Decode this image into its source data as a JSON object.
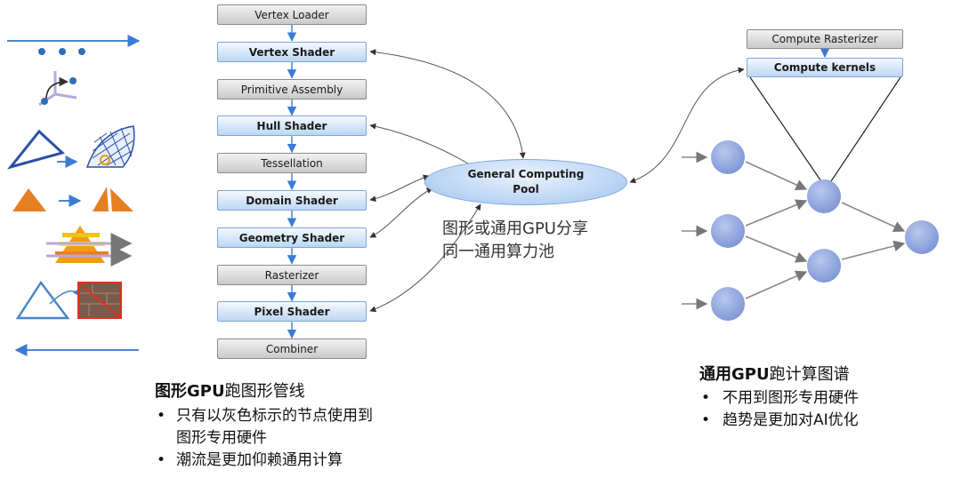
{
  "pipeline": [
    {
      "label": "Vertex Loader",
      "style": "gray"
    },
    {
      "label": "Vertex Shader",
      "style": "blue"
    },
    {
      "label": "Primitive Assembly",
      "style": "gray"
    },
    {
      "label": "Hull Shader",
      "style": "blue"
    },
    {
      "label": "Tessellation",
      "style": "gray"
    },
    {
      "label": "Domain Shader",
      "style": "blue"
    },
    {
      "label": "Geometry Shader",
      "style": "blue"
    },
    {
      "label": "Rasterizer",
      "style": "gray"
    },
    {
      "label": "Pixel Shader",
      "style": "blue"
    },
    {
      "label": "Combiner",
      "style": "gray"
    }
  ],
  "pool": {
    "line1": "General Computing",
    "line2": "Pool"
  },
  "pool_note": {
    "line1": "图形或通用GPU分享",
    "line2": "同一通用算力池"
  },
  "compute": {
    "rasterizer": "Compute Rasterizer",
    "kernels": "Compute kernels"
  },
  "left_caption": {
    "title_bold": "图形GPU",
    "title_rest": "跑图形管线",
    "bullets": [
      "只有以灰色标示的节点使用到",
      "图形专用硬件",
      "潮流是更加仰赖通用计算"
    ]
  },
  "right_caption": {
    "title_bold": "通用GPU",
    "title_rest": "跑计算图谱",
    "bullets": [
      "不用到图形专用硬件",
      "趋势是更加对AI优化"
    ]
  },
  "colors": {
    "blue_stage": "#bcd6f2",
    "gray_stage": "#d6d6d6",
    "node": "#8fa8df",
    "arrow": "#4a8ad0",
    "orange": "#e67e22"
  }
}
